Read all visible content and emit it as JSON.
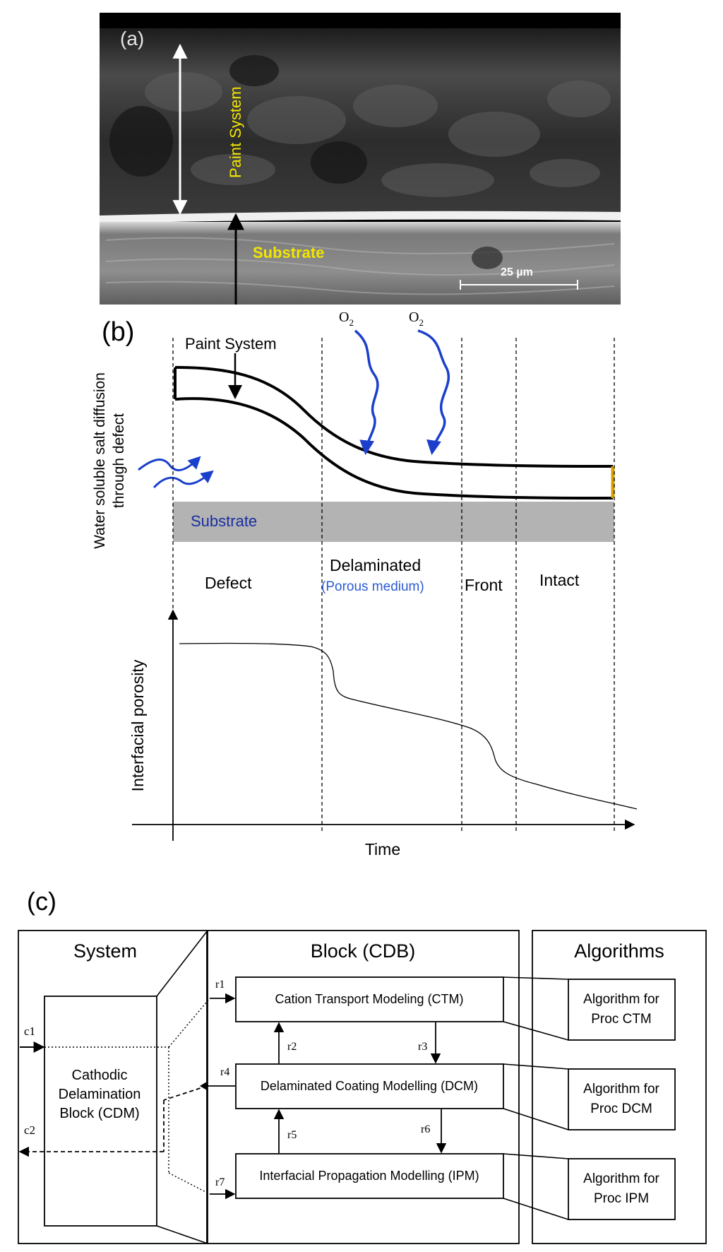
{
  "panel_a": {
    "label": "(a)",
    "paint_label": "Paint System",
    "substrate_label": "Substrate",
    "scale_bar": "25 µm"
  },
  "panel_b": {
    "label": "(b)",
    "paint_label": "Paint System",
    "substrate_label": "Substrate",
    "o2_a": "O",
    "o2_b": "O",
    "o2_sub": "2",
    "side_line1": "Water soluble  salt diffusion",
    "side_line2": "through defect",
    "regions": {
      "defect": "Defect",
      "delaminated": "Delaminated",
      "porous": "(Porous medium)",
      "front": "Front",
      "intact": "Intact"
    },
    "ylabel": "Interfacial porosity",
    "xlabel": "Time"
  },
  "panel_c": {
    "label": "(c)",
    "system_title": "System",
    "block_title": "Block (CDB)",
    "algorithms_title": "Algorithms",
    "cdm_line1": "Cathodic",
    "cdm_line2": "Delamination",
    "cdm_line3": "Block (CDM)",
    "ctm": "Cation Transport Modeling (CTM)",
    "dcm": "Delaminated Coating Modelling (DCM)",
    "ipm": "Interfacial Propagation Modelling (IPM)",
    "alg_ctm_1": "Algorithm for",
    "alg_ctm_2": "Proc CTM",
    "alg_dcm_1": "Algorithm for",
    "alg_dcm_2": "Proc DCM",
    "alg_ipm_1": "Algorithm for",
    "alg_ipm_2": "Proc IPM",
    "c1": "c1",
    "c2": "c2",
    "r1": "r1",
    "r2": "r2",
    "r3": "r3",
    "r4": "r4",
    "r5": "r5",
    "r6": "r6",
    "r7": "r7"
  },
  "colors": {
    "yellow_label": "#f2e600",
    "blue_arrow": "#1a3fcc",
    "substrate_band": "#b3b3b3",
    "substrate_text": "#1a2fa0",
    "porous_text": "#2a5bd7",
    "edge_orange": "#d9a000"
  }
}
